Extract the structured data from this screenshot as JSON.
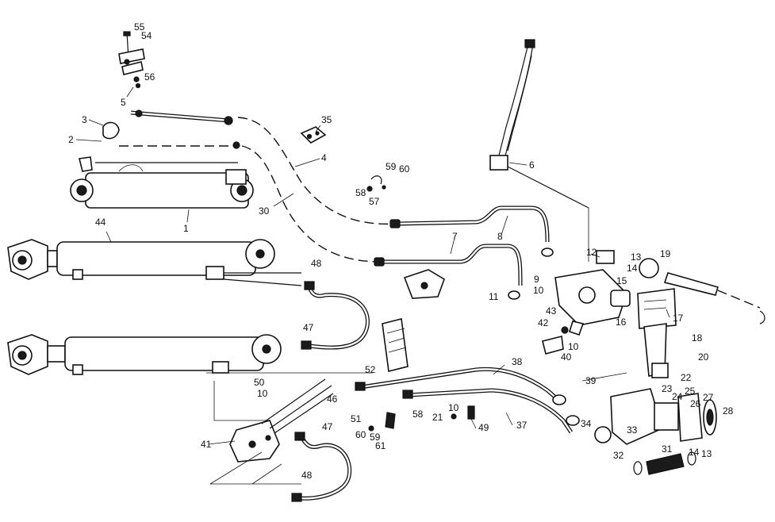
{
  "callouts": [
    "55",
    "54",
    "56",
    "5",
    "3",
    "2",
    "35",
    "4",
    "59",
    "60",
    "58",
    "57",
    "30",
    "1",
    "44",
    "6",
    "8",
    "7",
    "12",
    "13",
    "14",
    "15",
    "19",
    "9",
    "10",
    "11",
    "43",
    "42",
    "17",
    "16",
    "48",
    "47",
    "10",
    "40",
    "18",
    "20",
    "39",
    "38",
    "52",
    "50",
    "10",
    "46",
    "22",
    "23",
    "24",
    "25",
    "26",
    "27",
    "28",
    "58",
    "10",
    "21",
    "51",
    "60",
    "59",
    "61",
    "49",
    "37",
    "41",
    "47",
    "48",
    "34",
    "33",
    "32",
    "31",
    "14",
    "13"
  ]
}
